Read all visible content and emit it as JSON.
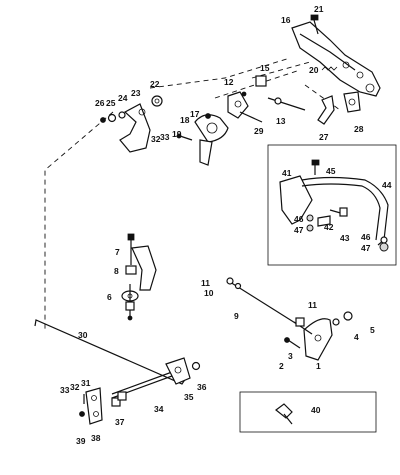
{
  "callouts": {
    "c1": "1",
    "c2": "2",
    "c3": "3",
    "c4": "4",
    "c5": "5",
    "c6": "6",
    "c7": "7",
    "c8": "8",
    "c9": "9",
    "c10": "10",
    "c11": "11",
    "c11b": "11",
    "c12": "12",
    "c13": "13",
    "c15": "15",
    "c16": "16",
    "c17": "17",
    "c18": "18",
    "c19": "19",
    "c20": "20",
    "c21": "21",
    "c22": "22",
    "c23": "23",
    "c24": "24",
    "c25": "25",
    "c26": "26",
    "c27": "27",
    "c28": "28",
    "c29": "29",
    "c30": "30",
    "c31": "31",
    "c32": "32",
    "c32b": "32",
    "c33": "33",
    "c33b": "33",
    "c34": "34",
    "c35": "35",
    "c36": "36",
    "c37": "37",
    "c38": "38",
    "c39": "39",
    "c40": "40",
    "c41": "41",
    "c42": "42",
    "c43": "43",
    "c44": "44",
    "c45": "45",
    "c46": "46",
    "c46b": "46",
    "c47": "47",
    "c47b": "47"
  }
}
